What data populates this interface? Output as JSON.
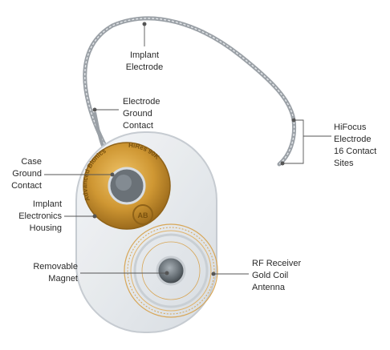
{
  "labels": {
    "implant_electrode": "Implant\nElectrode",
    "electrode_ground_contact": "Electrode\nGround\nContact",
    "hifocus_electrode": "HiFocus\nElectrode\n16 Contact\nSites",
    "case_ground_contact": "Case\nGround\nContact",
    "implant_electronics_housing": "Implant\nElectronics\nHousing",
    "removable_magnet": "Removable\nMagnet",
    "rf_receiver_antenna": "RF Receiver\nGold Coil\nAntenna"
  },
  "device_markings": {
    "brand": "Advanced Bionics",
    "model": "HiRes 90K",
    "logo": "AB"
  },
  "colors": {
    "label_text": "#2a2a2a",
    "leader_line": "#555555",
    "gold": "#c8922e",
    "case": "#e4e8ec",
    "wire": "#8a8f95"
  }
}
